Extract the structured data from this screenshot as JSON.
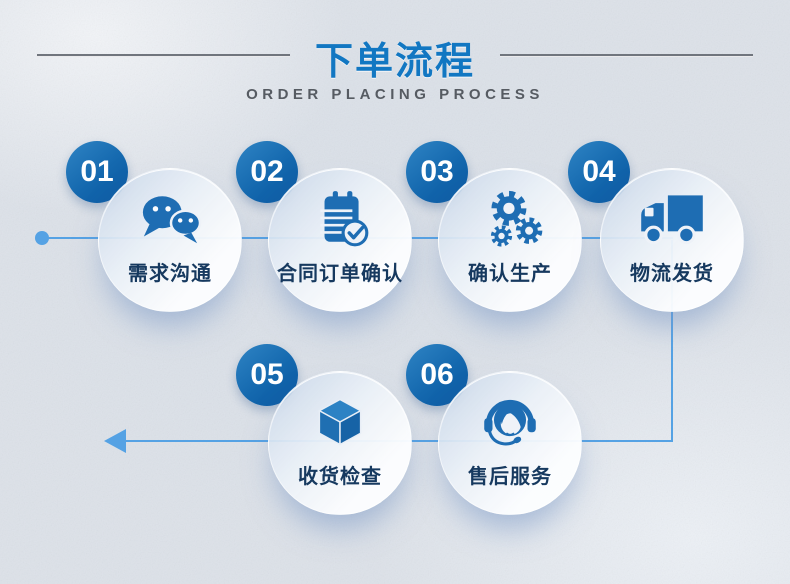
{
  "header": {
    "title": "下单流程",
    "subtitle": "ORDER PLACING PROCESS"
  },
  "steps": [
    {
      "number": "01",
      "label": "需求沟通",
      "icon": "wechat-chat-icon"
    },
    {
      "number": "02",
      "label": "合同订单确认",
      "icon": "contract-clipboard-check-icon"
    },
    {
      "number": "03",
      "label": "确认生产",
      "icon": "production-gears-icon"
    },
    {
      "number": "04",
      "label": "物流发货",
      "icon": "delivery-truck-icon"
    },
    {
      "number": "05",
      "label": "收货检查",
      "icon": "package-box-icon"
    },
    {
      "number": "06",
      "label": "售后服务",
      "icon": "customer-service-headset-icon"
    }
  ],
  "colors": {
    "background": "#dde2e9",
    "title_blue": "#1277c2",
    "subtitle_gray": "#565b62",
    "divider_gray": "#70757d",
    "badge_blue_light": "#2f84c4",
    "badge_blue_dark": "#0a57a0",
    "icon_blue": "#1e6db3",
    "line_blue": "#55a2e4",
    "label_navy": "#16395f"
  }
}
